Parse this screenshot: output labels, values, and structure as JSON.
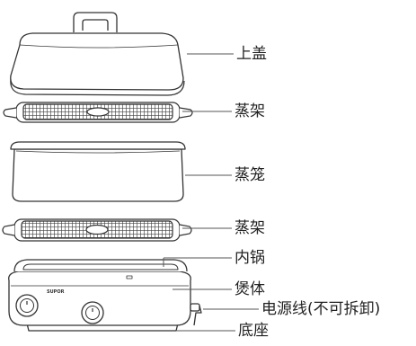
{
  "labels": {
    "lid": "上盖",
    "rack_top": "蒸架",
    "steam_basket": "蒸笼",
    "rack_bottom": "蒸架",
    "inner_pot": "内锅",
    "body": "煲体",
    "power_cord": "电源线(不可拆卸)",
    "base": "底座"
  },
  "brand": "SUPOR",
  "colors": {
    "line": "#333333",
    "leader": "#555555",
    "text": "#222222"
  }
}
